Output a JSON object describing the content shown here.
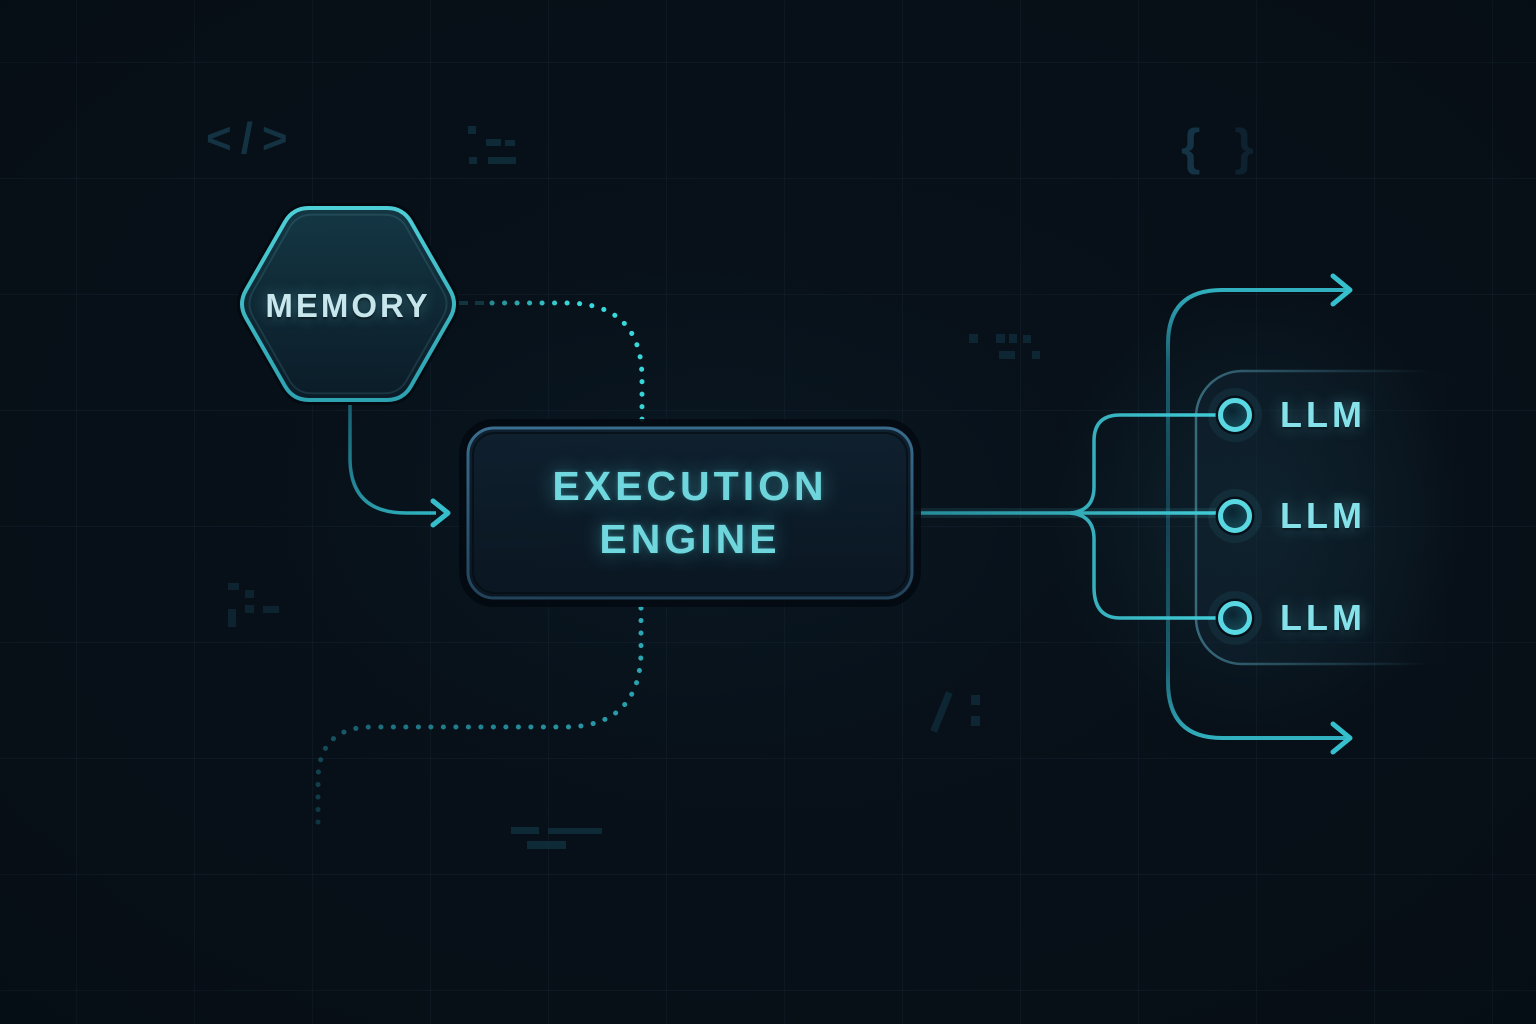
{
  "diagram": {
    "nodes": {
      "memory": {
        "label": "MEMORY",
        "shape": "hexagon"
      },
      "execution_engine": {
        "label_line1": "EXECUTION",
        "label_line2": "ENGINE",
        "shape": "rounded-rect"
      },
      "llm_list": [
        {
          "label": "LLM",
          "icon": "circle-node-icon"
        },
        {
          "label": "LLM",
          "icon": "circle-node-icon"
        },
        {
          "label": "LLM",
          "icon": "circle-node-icon"
        }
      ]
    },
    "connections": {
      "memory_to_engine": "solid-arrow",
      "memory_side_to_engine_top": "dotted",
      "engine_bottom_out": "dotted",
      "engine_to_llms": "three-way-branch",
      "bypass": "vertical-rail-with-two-right-arrows"
    },
    "colors": {
      "background": "#070f17",
      "accent_teal": "#3fc6d0",
      "bright_cyan": "#3ee2e4",
      "node_text": "#7ae6ee",
      "panel_border": "#2e5e6e"
    },
    "background_glyphs": {
      "code": "</>",
      "brace_left": "{",
      "brace_right": "}",
      "slash": "/"
    }
  }
}
